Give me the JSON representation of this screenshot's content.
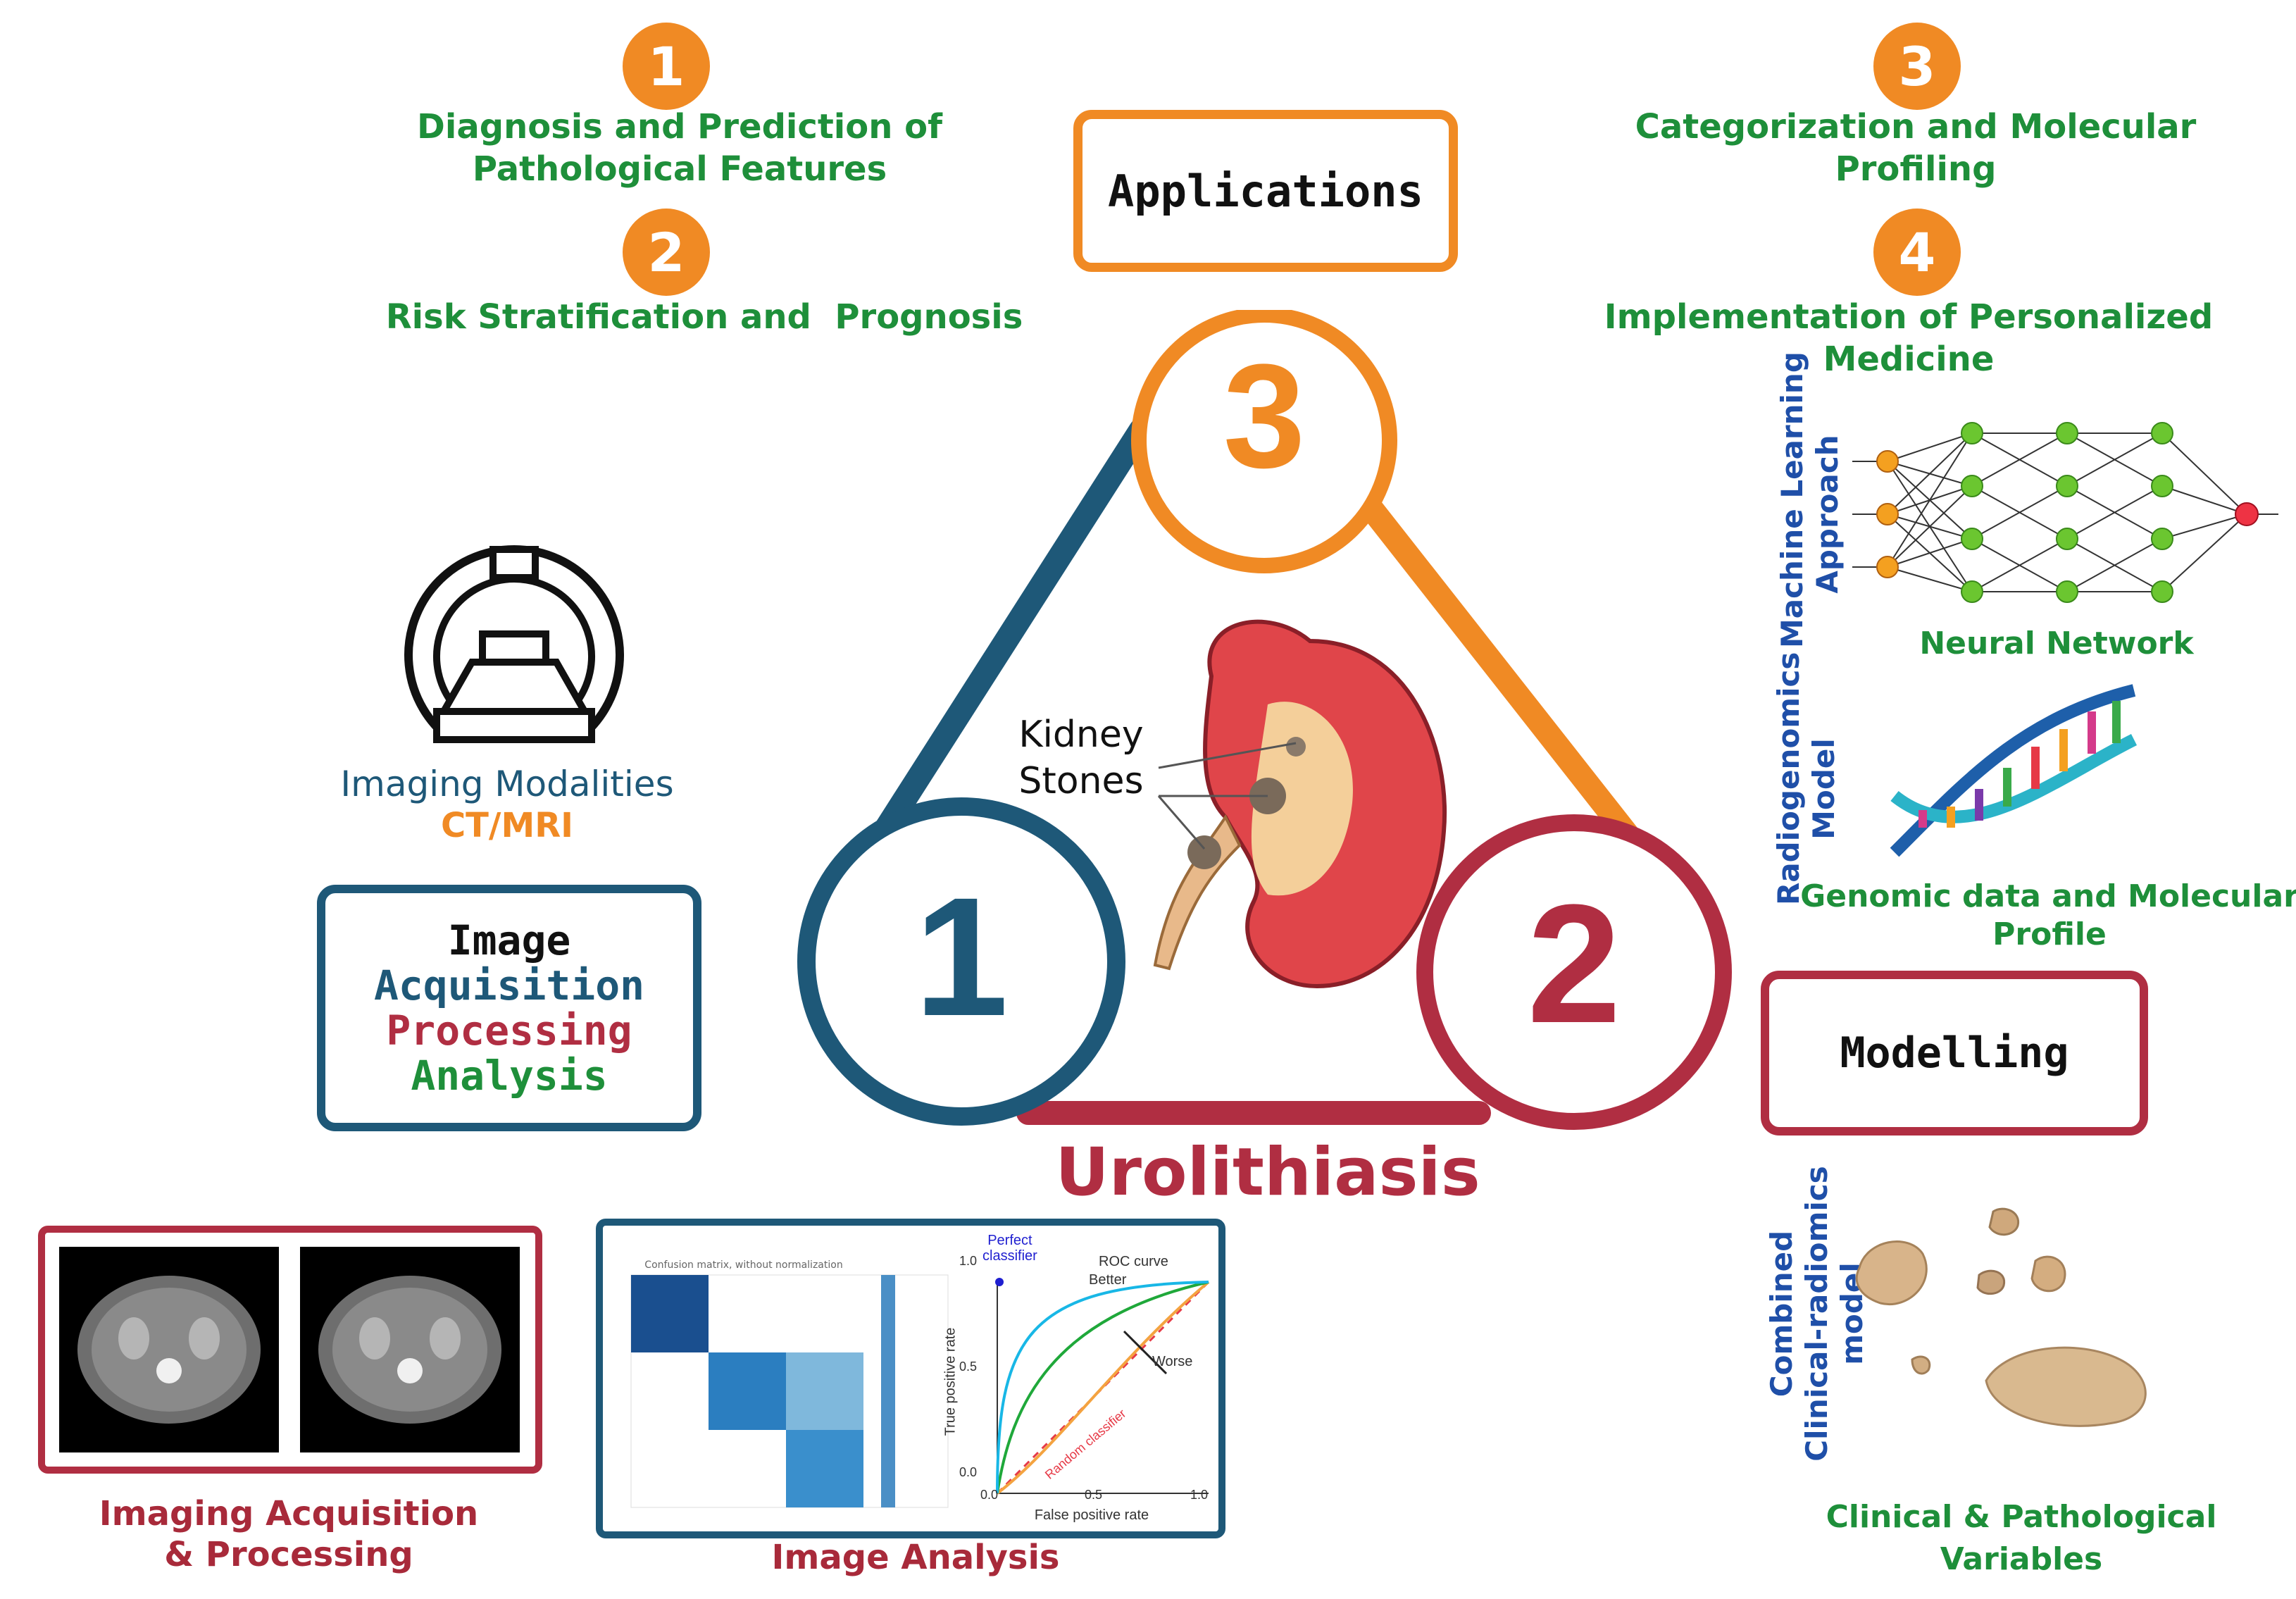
{
  "applications": {
    "title": "Applications",
    "items": [
      {
        "num": "1",
        "text": "Diagnosis and Prediction of Pathological Features"
      },
      {
        "num": "2",
        "text": "Risk Stratification and  Prognosis"
      },
      {
        "num": "3",
        "text": "Categorization and Molecular Profiling"
      },
      {
        "num": "4",
        "text": "Implementation of Personalized Medicine"
      }
    ]
  },
  "cycle": {
    "nodes": [
      "1",
      "2",
      "3"
    ],
    "center_labels": [
      "Kidney",
      "Stones"
    ],
    "title": "Urolithiasis"
  },
  "left": {
    "modalities_line1": "Imaging Modalities",
    "modalities_line2": "CT/MRI",
    "box_lines": [
      "Image",
      "Acquisition",
      "Processing",
      "Analysis"
    ],
    "acq_caption": [
      "Imaging Acquisition",
      "& Processing"
    ],
    "analysis_caption": "Image Analysis"
  },
  "roc": {
    "title": "ROC curve",
    "perfect": [
      "Perfect",
      "classifier"
    ],
    "better": "Better",
    "worse": "Worse",
    "random": "Random classifier",
    "xlabel": "False positive rate",
    "ylabel": "True positive rate",
    "xticks": [
      "0.0",
      "0.5",
      "1.0"
    ],
    "yticks": [
      "0.0",
      "0.5",
      "1.0"
    ],
    "cm_title": "Confusion matrix, without normalization"
  },
  "right": {
    "ml_label": [
      "Machine Learning",
      "Approach"
    ],
    "nn_caption": "Neural Network",
    "rg_label": [
      "Radiogenomics",
      "Model"
    ],
    "genomic_caption": [
      "Genomic data and Molecular",
      "Profile"
    ],
    "modelling": "Modelling",
    "combined_label": [
      "Combined",
      "Clinical-radiomics",
      "model"
    ],
    "clinical_caption": "Clinical & Pathological Variables"
  },
  "colors": {
    "orange": "#f08a24",
    "blue": "#1e5878",
    "red": "#b02e42",
    "green": "#1e8f3a",
    "navy_text": "#1f4fa8"
  }
}
